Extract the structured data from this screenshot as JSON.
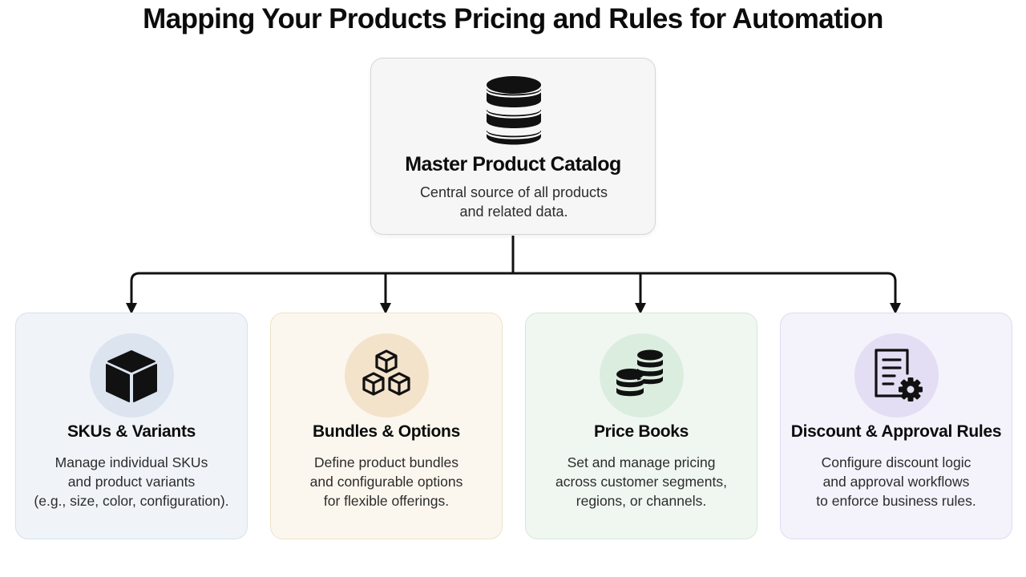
{
  "title": "Mapping Your Products Pricing and Rules for Automation",
  "master": {
    "icon": "database-icon",
    "title": "Master Product Catalog",
    "description_lines": [
      "Central source of all products",
      "and related data."
    ]
  },
  "cards": [
    {
      "icon": "cube-icon",
      "title": "SKUs & Variants",
      "description_lines": [
        "Manage individual SKUs",
        "and product variants",
        "(e.g., size, color, configuration)."
      ]
    },
    {
      "icon": "cubes-icon",
      "title": "Bundles & Options",
      "description_lines": [
        "Define product bundles",
        "and configurable options",
        "for flexible offerings."
      ]
    },
    {
      "icon": "coins-icon",
      "title": "Price Books",
      "description_lines": [
        "Set and manage pricing",
        "across customer segments,",
        "regions, or channels."
      ]
    },
    {
      "icon": "document-gear-icon",
      "title": "Discount & Approval Rules",
      "description_lines": [
        "Configure discount logic",
        "and approval workflows",
        "to enforce business rules."
      ]
    }
  ],
  "colors": {
    "master_card_bg": "#f6f6f6",
    "skus_card_bg": "#f0f4f9",
    "bundles_card_bg": "#fcf7ee",
    "price_card_bg": "#f0f7f1",
    "discount_card_bg": "#f4f2fb",
    "icon_fill": "#111111",
    "connector": "#111111"
  }
}
